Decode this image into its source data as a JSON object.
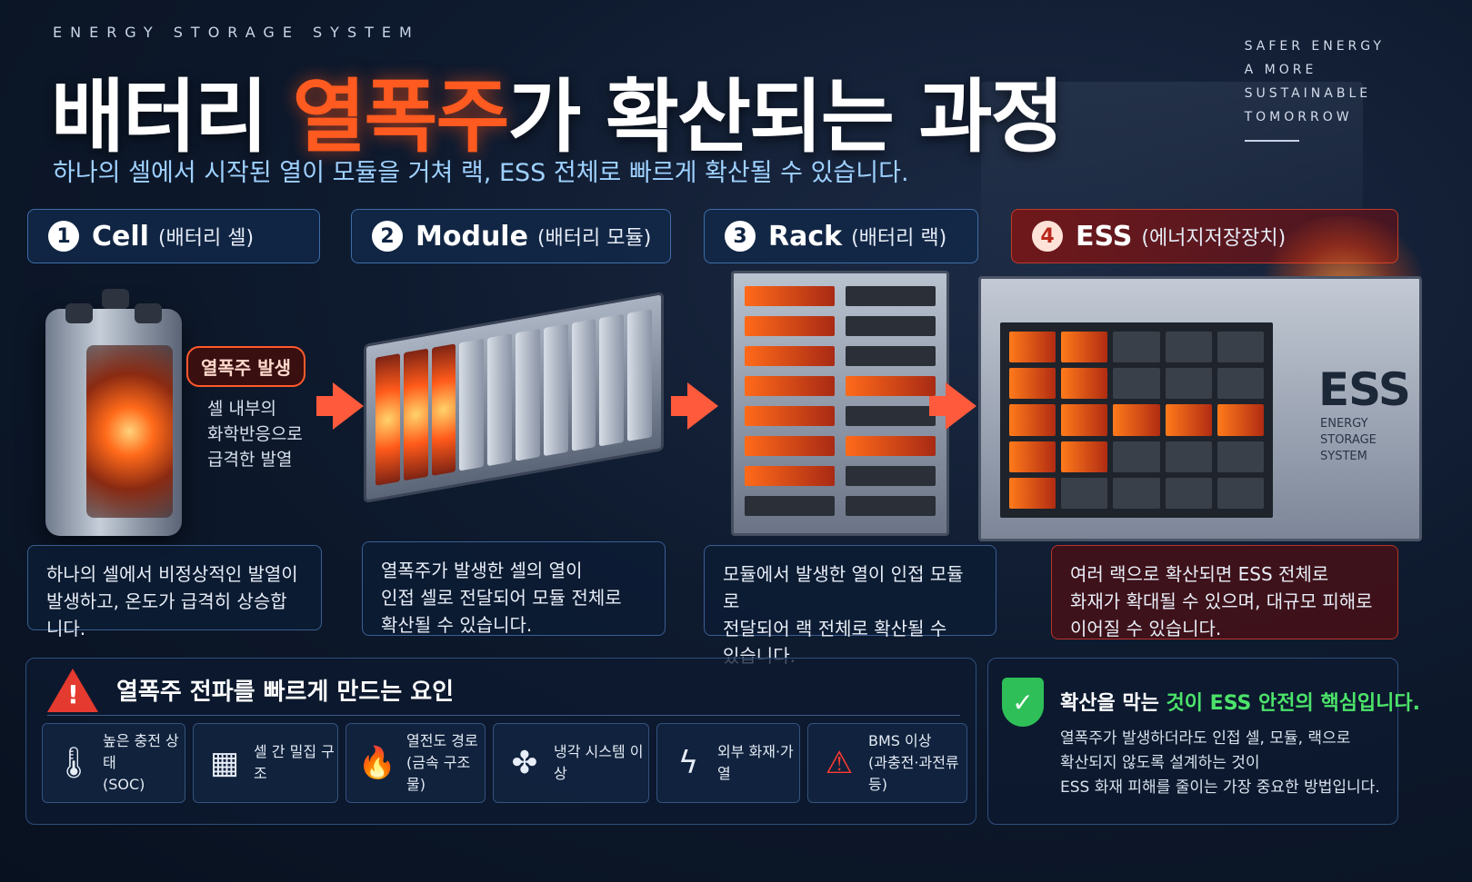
{
  "kicker": "ENERGY STORAGE SYSTEM",
  "side_tag": [
    "SAFER ENERGY",
    "A MORE",
    "SUSTAINABLE",
    "TOMORROW"
  ],
  "title": {
    "before": "배터리 ",
    "highlight": "열폭주",
    "after": "가 확산되는 과정"
  },
  "subtitle": "하나의 셀에서 시작된 열이 모듈을 거쳐 랙, ESS 전체로 빠르게 확산될 수 있습니다.",
  "colors": {
    "accent_fire": "#ff5a1f",
    "accent_blue": "#9fd1ff",
    "safe_green": "#4ce36a",
    "warn_red": "#e53a2f"
  },
  "stages": [
    {
      "num": "1",
      "en": "Cell",
      "ko": "(배터리 셀)",
      "desc": "하나의 셀에서 비정상적인 발열이\n발생하고, 온도가 급격히 상승합니다."
    },
    {
      "num": "2",
      "en": "Module",
      "ko": "(배터리 모듈)",
      "desc": "열폭주가 발생한 셀의 열이\n인접 셀로 전달되어 모듈 전체로\n확산될 수 있습니다."
    },
    {
      "num": "3",
      "en": "Rack",
      "ko": "(배터리 랙)",
      "desc": "모듈에서 발생한 열이 인접 모듈로\n전달되어 랙 전체로 확산될 수\n있습니다."
    },
    {
      "num": "4",
      "en": "ESS",
      "ko": "(에너지저장장치)",
      "desc": "여러 랙으로 확산되면 ESS 전체로\n화재가 확대될 수 있으며, 대규모 피해로\n이어질 수 있습니다."
    }
  ],
  "cell_callout": {
    "badge": "열폭주 발생",
    "note": "셀 내부의\n화학반응으로\n급격한 발열"
  },
  "ess_label": {
    "logo": "ESS",
    "sub": "ENERGY\nSTORAGE\nSYSTEM"
  },
  "factors": {
    "title": "열폭주 전파를 빠르게 만드는 요인",
    "items": [
      {
        "icon": "thermometer-icon",
        "label": "높은 충전 상태\n(SOC)"
      },
      {
        "icon": "grid-icon",
        "label": "셀 간 밀집 구조"
      },
      {
        "icon": "flame-icon",
        "label": "열전도 경로\n(금속 구조물)"
      },
      {
        "icon": "fan-icon",
        "label": "냉각 시스템 이상"
      },
      {
        "icon": "lightning-icon",
        "label": "외부 화재·가열"
      },
      {
        "icon": "warning-icon",
        "label": "BMS 이상\n(과충전·과전류 등)"
      }
    ]
  },
  "safety": {
    "head_a": "확산을 막는 ",
    "head_b": "것이 ESS 안전의 ",
    "head_c": "핵심입니다.",
    "body": "열폭주가 발생하더라도 인접 셀, 모듈, 랙으로\n확산되지 않도록 설계하는 것이\nESS 화재 피해를 줄이는 가장 중요한 방법입니다."
  }
}
